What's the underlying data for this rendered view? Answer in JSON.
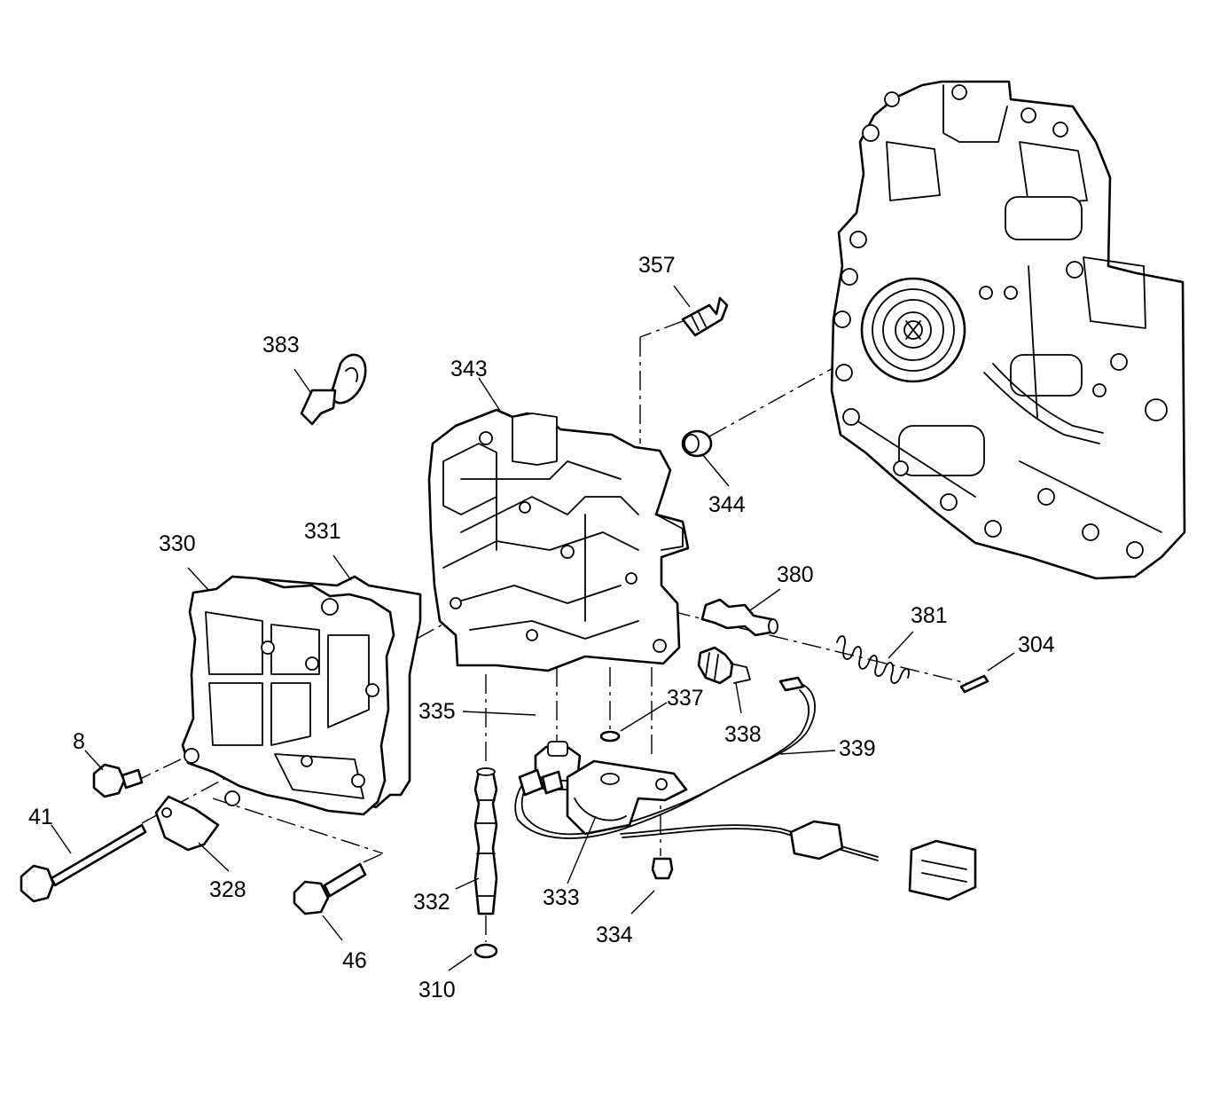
{
  "callouts": [
    {
      "id": "357",
      "text": "357"
    },
    {
      "id": "383",
      "text": "383"
    },
    {
      "id": "343",
      "text": "343"
    },
    {
      "id": "344",
      "text": "344"
    },
    {
      "id": "330",
      "text": "330"
    },
    {
      "id": "331",
      "text": "331"
    },
    {
      "id": "380",
      "text": "380"
    },
    {
      "id": "381",
      "text": "381"
    },
    {
      "id": "304",
      "text": "304"
    },
    {
      "id": "335",
      "text": "335"
    },
    {
      "id": "337",
      "text": "337"
    },
    {
      "id": "338",
      "text": "338"
    },
    {
      "id": "339",
      "text": "339"
    },
    {
      "id": "8",
      "text": "8"
    },
    {
      "id": "41",
      "text": "41"
    },
    {
      "id": "328",
      "text": "328"
    },
    {
      "id": "46",
      "text": "46"
    },
    {
      "id": "332",
      "text": "332"
    },
    {
      "id": "333",
      "text": "333"
    },
    {
      "id": "334",
      "text": "334"
    },
    {
      "id": "310",
      "text": "310"
    }
  ]
}
